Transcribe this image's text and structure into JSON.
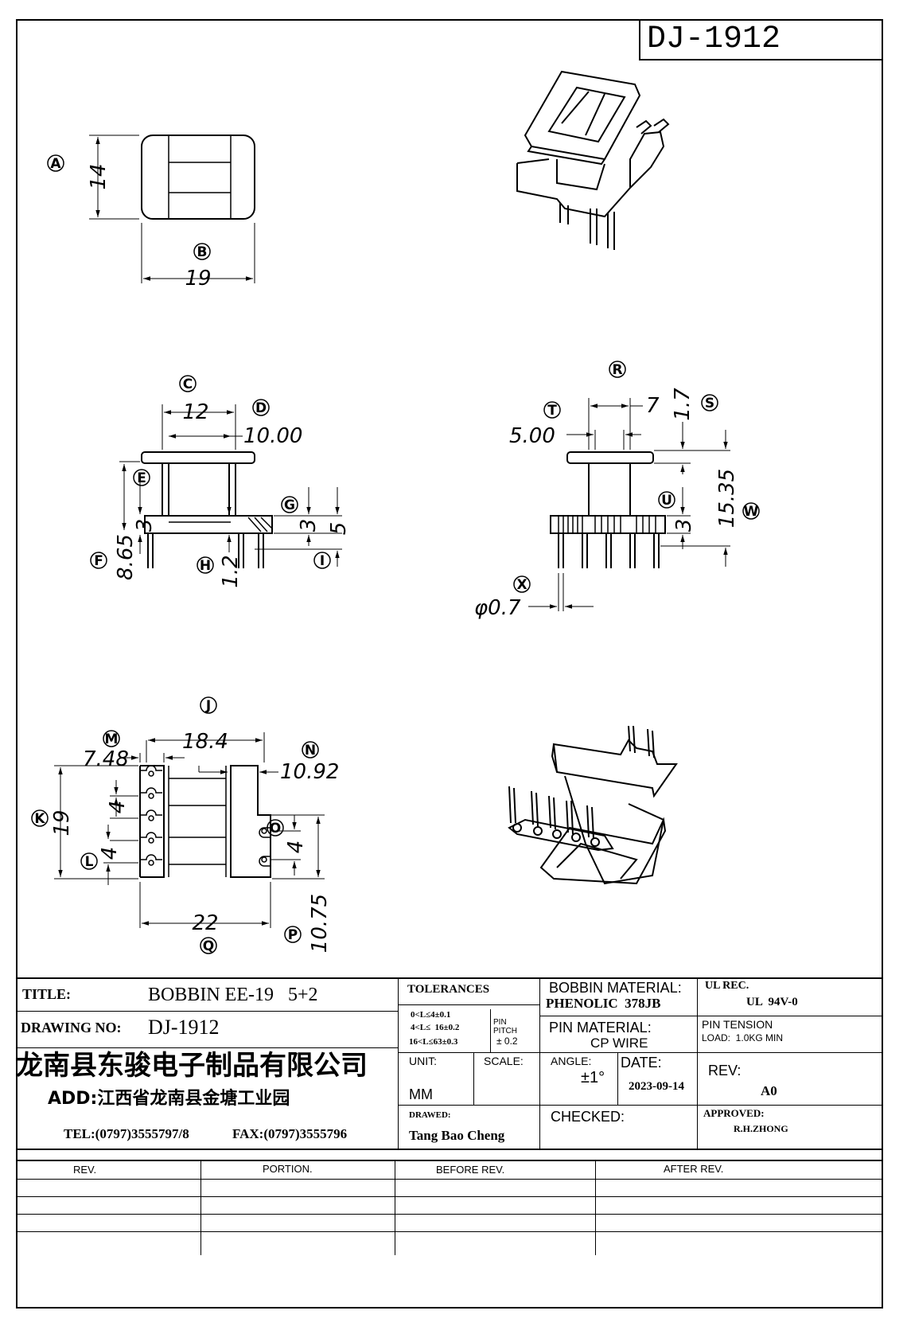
{
  "header": {
    "part_number": "DJ-1912"
  },
  "callouts": {
    "A": "A",
    "B": "B",
    "C": "C",
    "D": "D",
    "E": "E",
    "F": "F",
    "G": "G",
    "H": "H",
    "I": "I",
    "J": "J",
    "K": "K",
    "L": "L",
    "M": "M",
    "N": "N",
    "O": "O",
    "P": "P",
    "Q": "Q",
    "R": "R",
    "S": "S",
    "T": "T",
    "U": "U",
    "W": "W",
    "X": "X"
  },
  "dimensions": {
    "A": "14",
    "B": "19",
    "C": "12",
    "D": "10.00",
    "E": "3",
    "F": "8.65",
    "G": "3",
    "H": "1.2",
    "I": "5",
    "R": "7",
    "S": "1.7",
    "T": "5.00",
    "U": "3",
    "W": "15.35",
    "X": "φ0.7",
    "J": "18.4",
    "M": "7.48",
    "N": "10.92",
    "K": "19",
    "K2": "4",
    "L": "4",
    "O": "4",
    "P": "10.75",
    "Q": "22"
  },
  "title_block": {
    "title_label": "TITLE:",
    "title_value": "BOBBIN EE-19   5+2",
    "drawing_no_label": "DRAWING NO:",
    "drawing_no_value": "DJ-1912",
    "company_name": "龙南县东骏电子制品有限公司",
    "address": "ADD:江西省龙南县金塘工业园",
    "tel": "TEL:(0797)3555797/8",
    "fax": "FAX:(0797)3555796",
    "tolerances_label": "TOLERANCES",
    "tol_line1": "0<L≤4±0.1",
    "tol_line2": "4<L≤  16±0.2",
    "tol_line3": "16<L≤63±0.3",
    "pin_pitch_label1": "PIN",
    "pin_pitch_label2": "PITCH",
    "pin_pitch_value": "± 0.2",
    "bobbin_material_label": "BOBBIN MATERIAL:",
    "bobbin_material_value": "PHENOLIC  378JB",
    "ul_rec_label": "UL REC.",
    "ul_rec_value": "UL  94V-0",
    "pin_material_label": "PIN MATERIAL:",
    "pin_material_value": "CP WIRE",
    "pin_tension_label": "PIN TENSION",
    "pin_tension_value": "LOAD:  1.0KG MIN",
    "unit_label": "UNIT:",
    "unit_value": "MM",
    "scale_label": "SCALE:",
    "angle_label": "ANGLE:",
    "angle_value": "±1°",
    "date_label": "DATE:",
    "date_value": "2023-09-14",
    "rev_label": "REV:",
    "rev_value": "A0",
    "drawn_label": "DRAWED:",
    "drawn_value": "Tang Bao Cheng",
    "checked_label": "CHECKED:",
    "approved_label": "APPROVED:",
    "approved_value": "R.H.ZHONG"
  },
  "revision_table": {
    "headers": [
      "REV.",
      "PORTION.",
      "BEFORE REV.",
      "AFTER REV."
    ]
  }
}
